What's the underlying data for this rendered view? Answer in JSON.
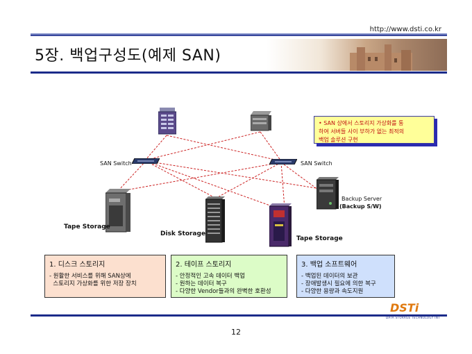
{
  "header": {
    "url": "http://www.dsti.co.kr",
    "title": "5장. 백업구성도(예제 SAN)"
  },
  "diagram": {
    "switch_left_label": "SAN Switch",
    "switch_right_label": "SAN Switch",
    "tape_storage_left_label": "Tape Storage",
    "disk_storage_label": "Disk Storage",
    "tape_storage_right_label": "Tape Storage",
    "backup_server_label": "Backup Server",
    "backup_sw_label": "(Backup S/W)",
    "line_color": "#cc2222"
  },
  "note": {
    "line1": "• SAN 상에서 스토리지 가상화를 통",
    "line2": "하여 서버들 사이 부하가 없는 최적의",
    "line3": "백업 솔루션 구현"
  },
  "boxes": [
    {
      "heading": "1. 디스크 스토리지",
      "items": [
        "- 원활한 서비스를 위해 SAN상에",
        "  스토리지 가상화를 위한 저장 장치"
      ]
    },
    {
      "heading": "2. 테이프 스토리지",
      "items": [
        "- 안정적인 고속 데이터 백업",
        "- 원하는 데이터 복구",
        "- 다양한 Vendor들과의 완벽한 호환성"
      ]
    },
    {
      "heading": "3. 백업 소프트웨어",
      "items": [
        "- 백업된 데이터의 보관",
        "- 장애발생시 필요에 의한 복구",
        "- 다양한 용량과 속도지원"
      ]
    }
  ],
  "footer": {
    "logo": "DSTi",
    "logo_sub": "DATA STORAGE TECHNOLOGY INT",
    "page_number": "12"
  }
}
